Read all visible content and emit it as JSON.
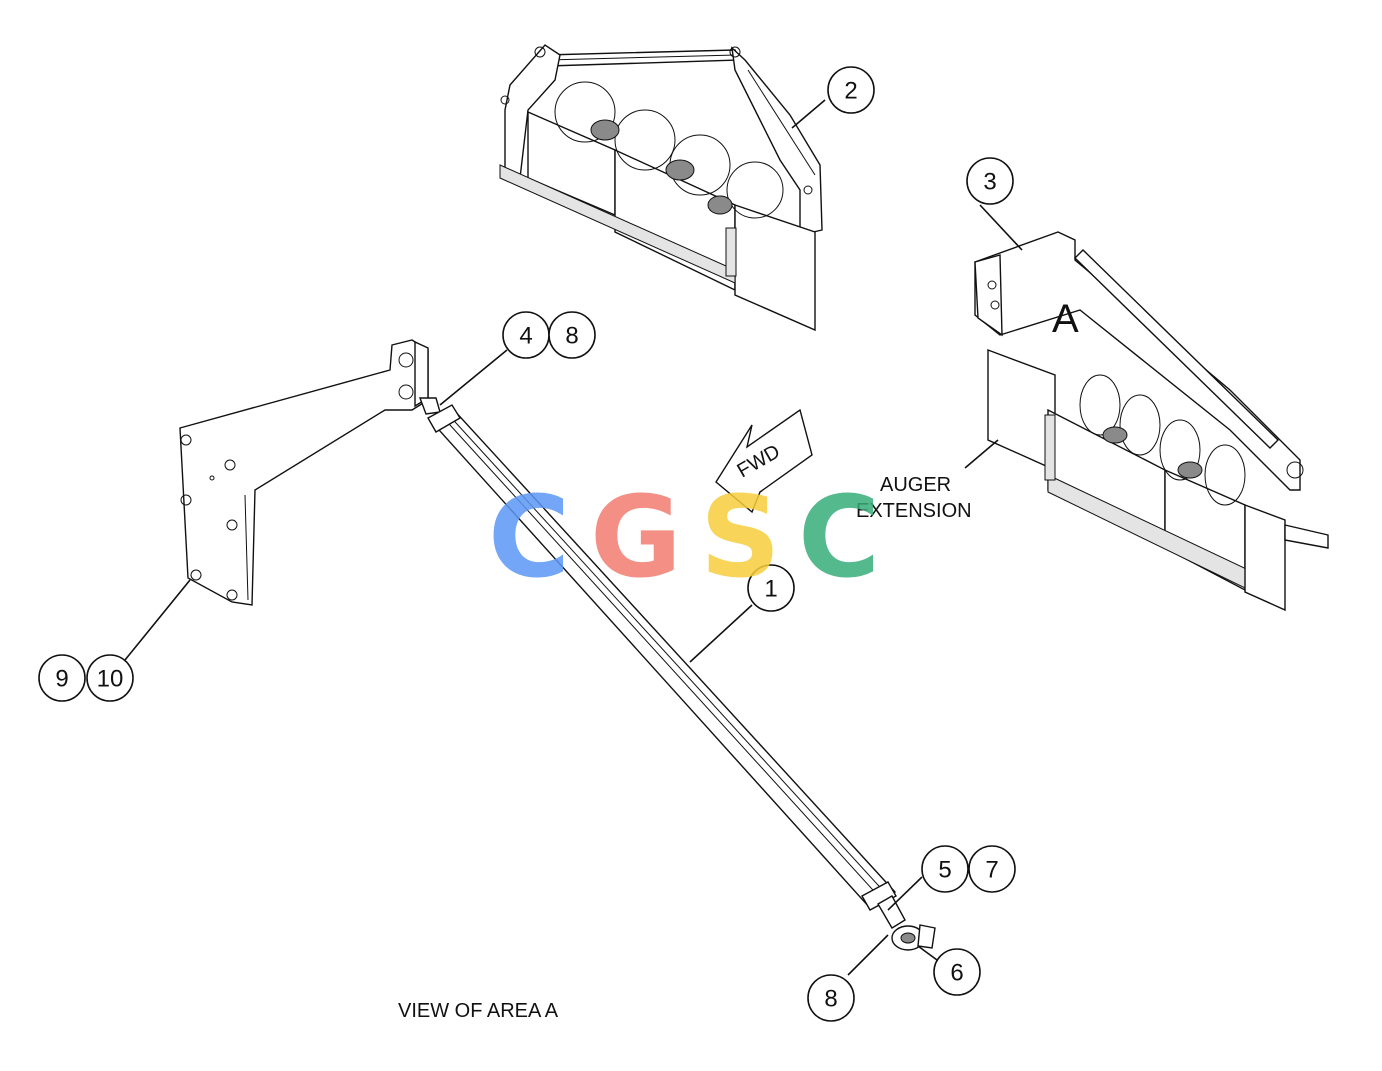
{
  "callouts": [
    {
      "id": "c1",
      "text": "1"
    },
    {
      "id": "c2",
      "text": "2"
    },
    {
      "id": "c3",
      "text": "3"
    },
    {
      "id": "c4",
      "text": "4"
    },
    {
      "id": "c8a",
      "text": "8"
    },
    {
      "id": "c5",
      "text": "5"
    },
    {
      "id": "c7",
      "text": "7"
    },
    {
      "id": "c6",
      "text": "6"
    },
    {
      "id": "c8b",
      "text": "8"
    },
    {
      "id": "c9",
      "text": "9"
    },
    {
      "id": "c10",
      "text": "10"
    }
  ],
  "labels": {
    "area_letter": "A",
    "fwd_arrow": "FWD",
    "auger_extension_line1": "AUGER",
    "auger_extension_line2": "EXTENSION",
    "view_caption": "VIEW OF AREA A"
  },
  "watermark": {
    "letters": [
      "C",
      "G",
      "S",
      "C"
    ],
    "colors": [
      "#5b97f5",
      "#f27b70",
      "#f7cd3c",
      "#37ad7a"
    ],
    "opacity": 0.85
  },
  "colors": {
    "line": "#111111",
    "background": "#ffffff"
  }
}
